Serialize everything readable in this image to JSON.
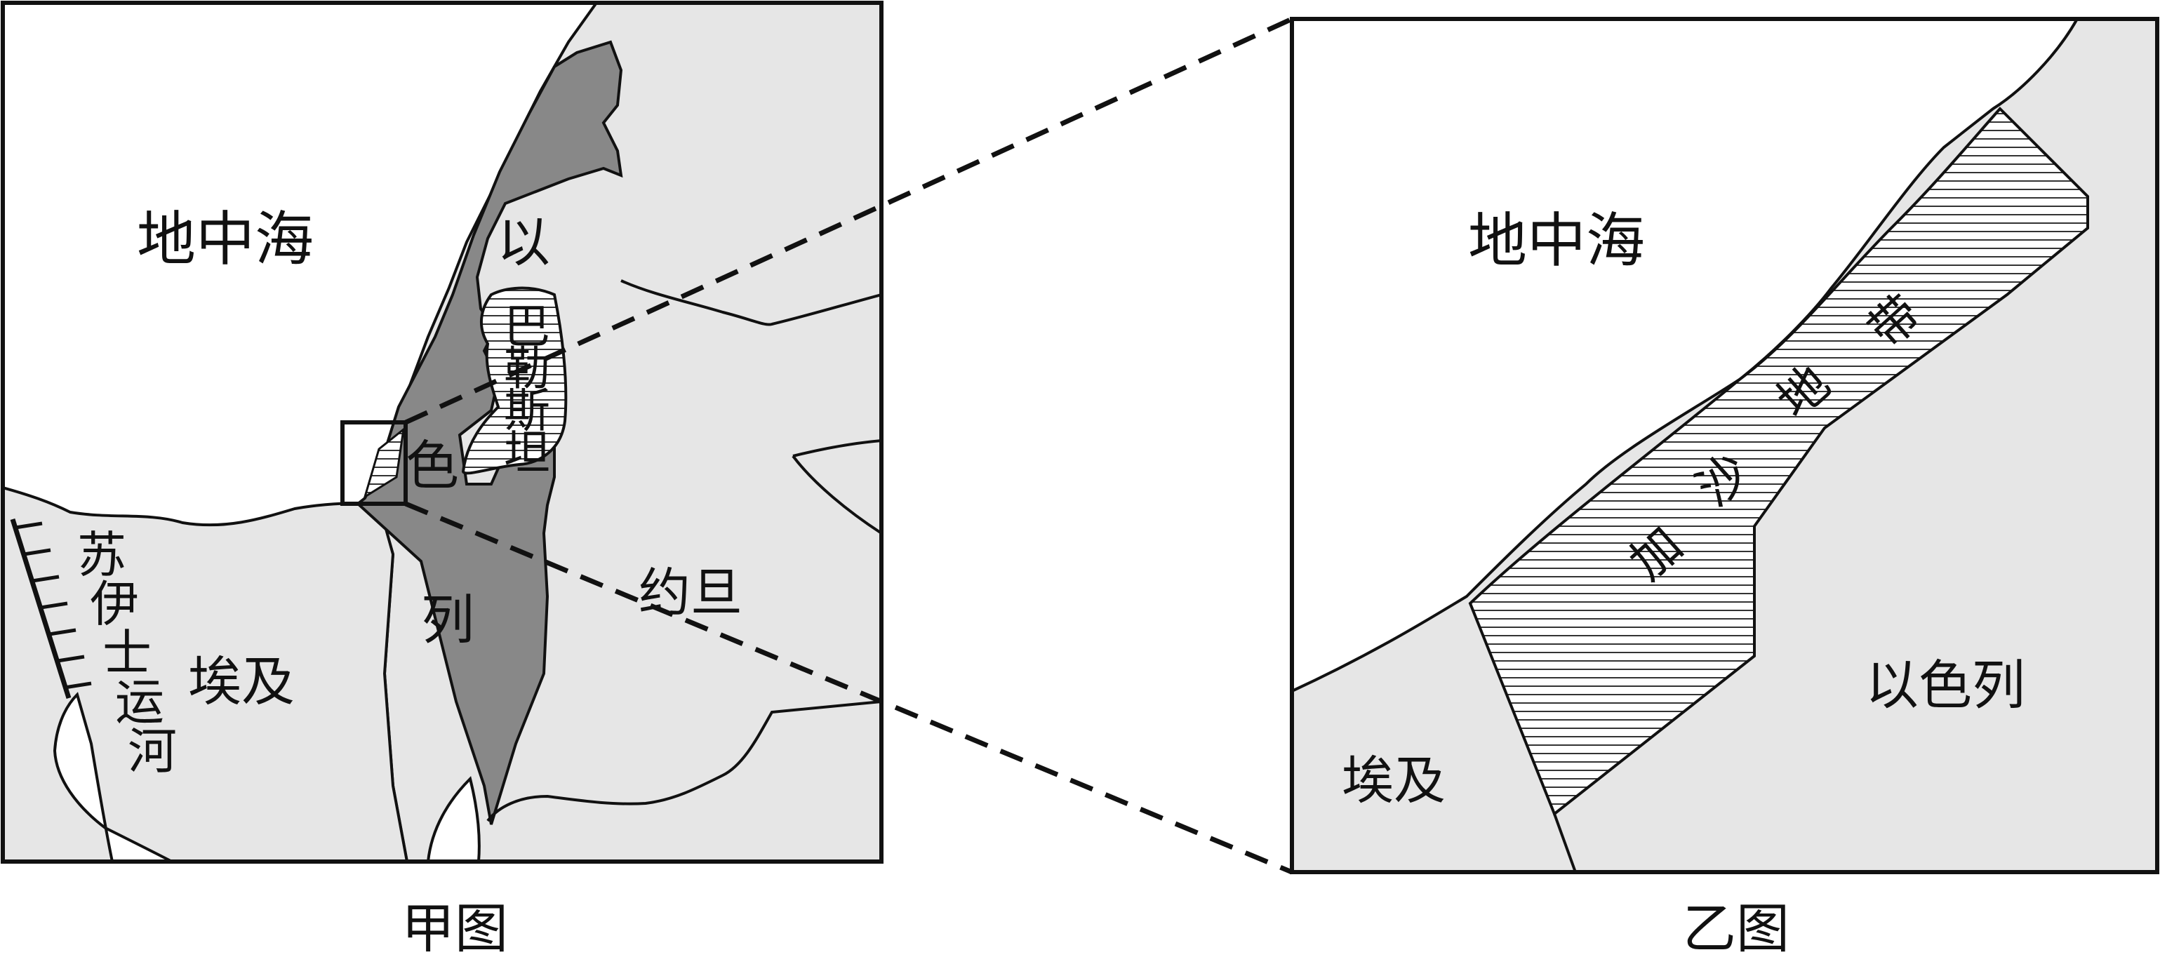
{
  "colors": {
    "sea": "#ffffff",
    "land": "#e6e6e6",
    "israel": "#888888",
    "palestine_hatch": "#333333",
    "line": "#111111"
  },
  "map_a": {
    "caption": "甲图",
    "sea_label": "地中海",
    "israel_chars": [
      "以",
      "色",
      "列"
    ],
    "palestine_chars": [
      "巴",
      "勒",
      "斯",
      "坦"
    ],
    "jordan_label": "约旦",
    "egypt_label": "埃及",
    "canal_chars": [
      "苏",
      "伊",
      "士",
      "运",
      "河"
    ]
  },
  "map_b": {
    "caption": "乙图",
    "sea_label": "地中海",
    "gaza_chars": [
      "加",
      "沙",
      "地",
      "带"
    ],
    "egypt_label": "埃及",
    "israel_label": "以色列"
  }
}
